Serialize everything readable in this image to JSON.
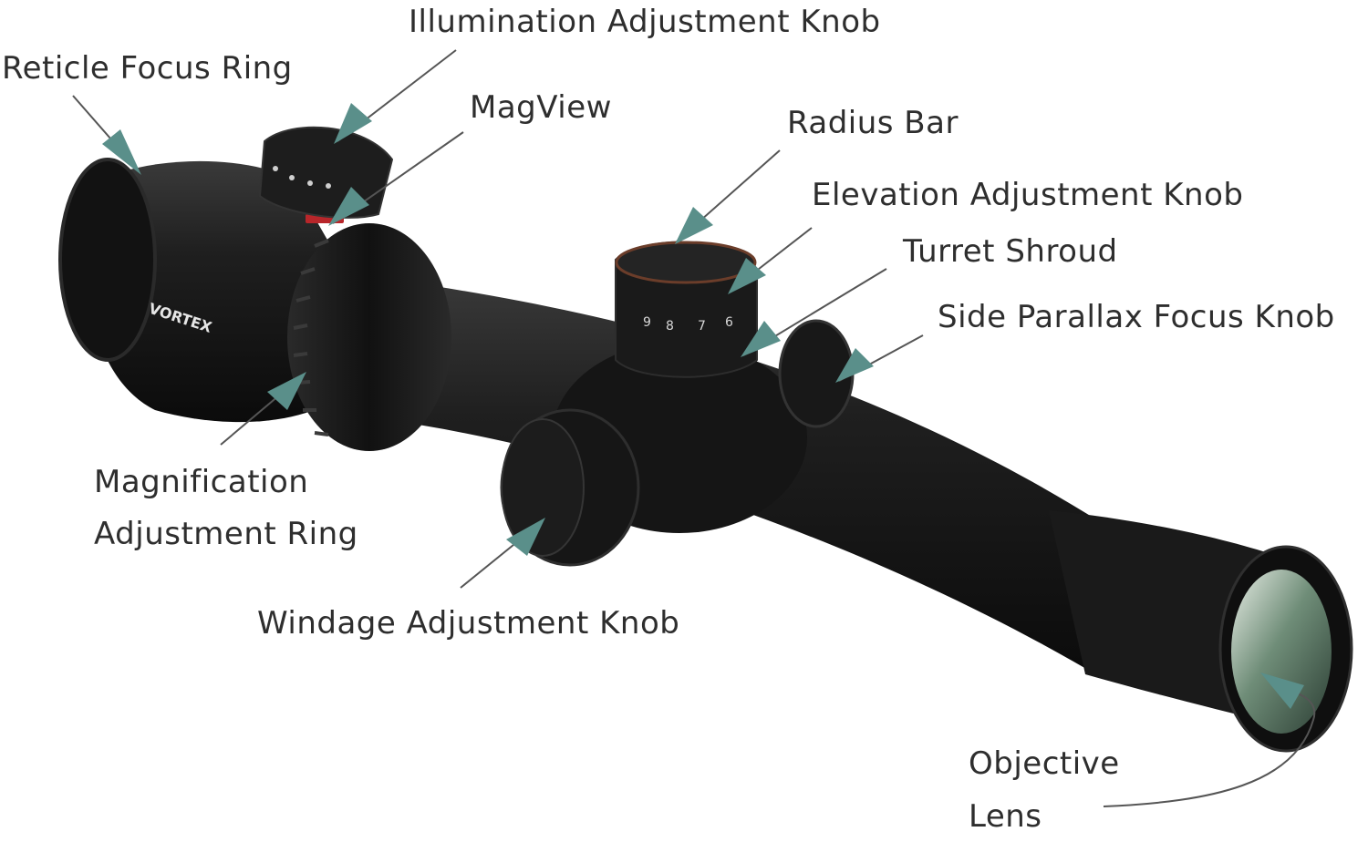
{
  "labels": {
    "reticle_focus_ring": "Reticle Focus Ring",
    "illumination_adjustment_knob": "Illumination Adjustment Knob",
    "magview": "MagView",
    "radius_bar": "Radius Bar",
    "elevation_adjustment_knob": "Elevation Adjustment Knob",
    "turret_shroud": "Turret Shroud",
    "side_parallax_focus_knob": "Side Parallax Focus Knob",
    "magnification_line1": "Magnification",
    "magnification_line2": "Adjustment Ring",
    "windage_adjustment_knob": "Windage Adjustment Knob",
    "objective_line1": "Objective",
    "objective_line2": "Lens"
  },
  "scope_marks": {
    "brand": "VORTEX"
  },
  "colors": {
    "arrow": "#5a8f8a",
    "label_text": "#2e2e2e",
    "scope_body": "#1c1c1c"
  }
}
